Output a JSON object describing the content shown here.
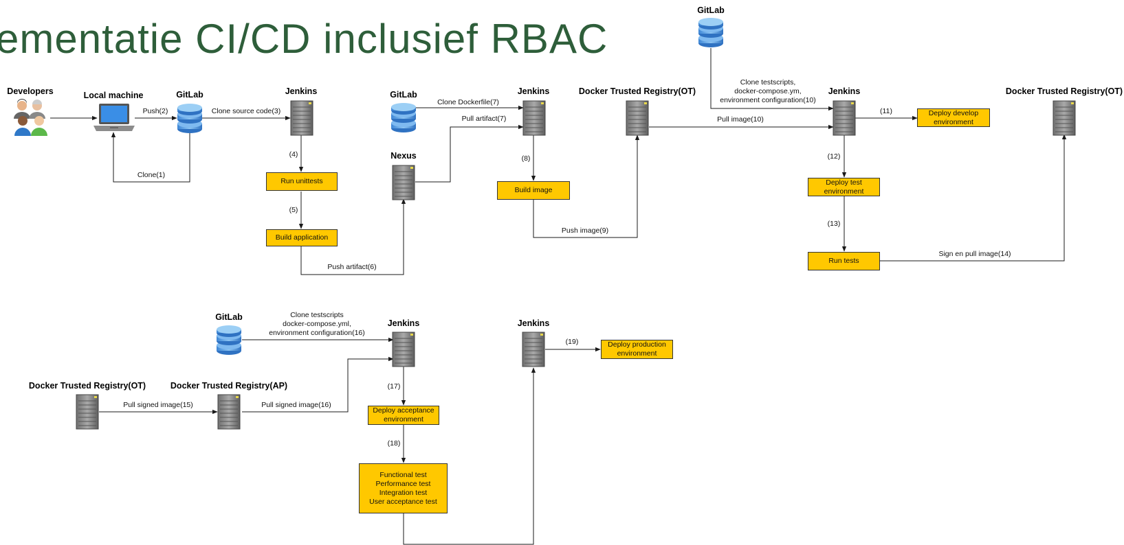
{
  "title": "ementatie CI/CD inclusief RBAC",
  "nodes": {
    "developers": "Developers",
    "local_machine": "Local machine",
    "gitlab_1": "GitLab",
    "jenkins_1": "Jenkins",
    "gitlab_2": "GitLab",
    "nexus": "Nexus",
    "jenkins_2": "Jenkins",
    "dtr_ot_1": "Docker Trusted Registry(OT)",
    "gitlab_top": "GitLab",
    "jenkins_3": "Jenkins",
    "dtr_ot_2": "Docker Trusted Registry(OT)",
    "gitlab_3": "GitLab",
    "jenkins_4": "Jenkins",
    "jenkins_5": "Jenkins",
    "dtr_ot_3": "Docker Trusted Registry(OT)",
    "dtr_ap": "Docker Trusted Registry(AP)"
  },
  "boxes": {
    "run_unittests": "Run unittests",
    "build_application": "Build application",
    "build_image": "Build image",
    "deploy_develop": "Deploy develop\nenvironment",
    "deploy_test": "Deploy test\nenvironment",
    "run_tests": "Run tests",
    "deploy_acceptance": "Deploy acceptance\nenvironment",
    "tests_acceptance": "Functional test\nPerformance test\nIntegration test\nUser acceptance test",
    "deploy_production": "Deploy production\nenvironment"
  },
  "edges": {
    "push": "Push(2)",
    "clone": "Clone(1)",
    "clone_source": "Clone source code(3)",
    "step4": "(4)",
    "step5": "(5)",
    "push_artifact": "Push artifact(6)",
    "clone_dockerfile": "Clone Dockerfile(7)",
    "pull_artifact": "Pull artifact(7)",
    "step8": "(8)",
    "push_image": "Push image(9)",
    "clone_testscripts_10": "Clone testscripts,\ndocker-compose.ym,\nenvironment configuration(10)",
    "pull_image": "Pull image(10)",
    "step11": "(11)",
    "step12": "(12)",
    "step13": "(13)",
    "sign_pull": "Sign en pull image(14)",
    "clone_testscripts_16": "Clone testscripts\ndocker-compose.yml,\nenvironment configuration(16)",
    "pull_signed_15": "Pull signed image(15)",
    "pull_signed_16": "Pull signed image(16)",
    "step17": "(17)",
    "step18": "(18)",
    "step19": "(19)"
  },
  "colors": {
    "box_fill": "#ffc800",
    "title": "#2e5e3a",
    "line": "#1a1a1a"
  },
  "icons": [
    "developers-icon",
    "laptop-icon",
    "database-icon",
    "server-icon"
  ]
}
